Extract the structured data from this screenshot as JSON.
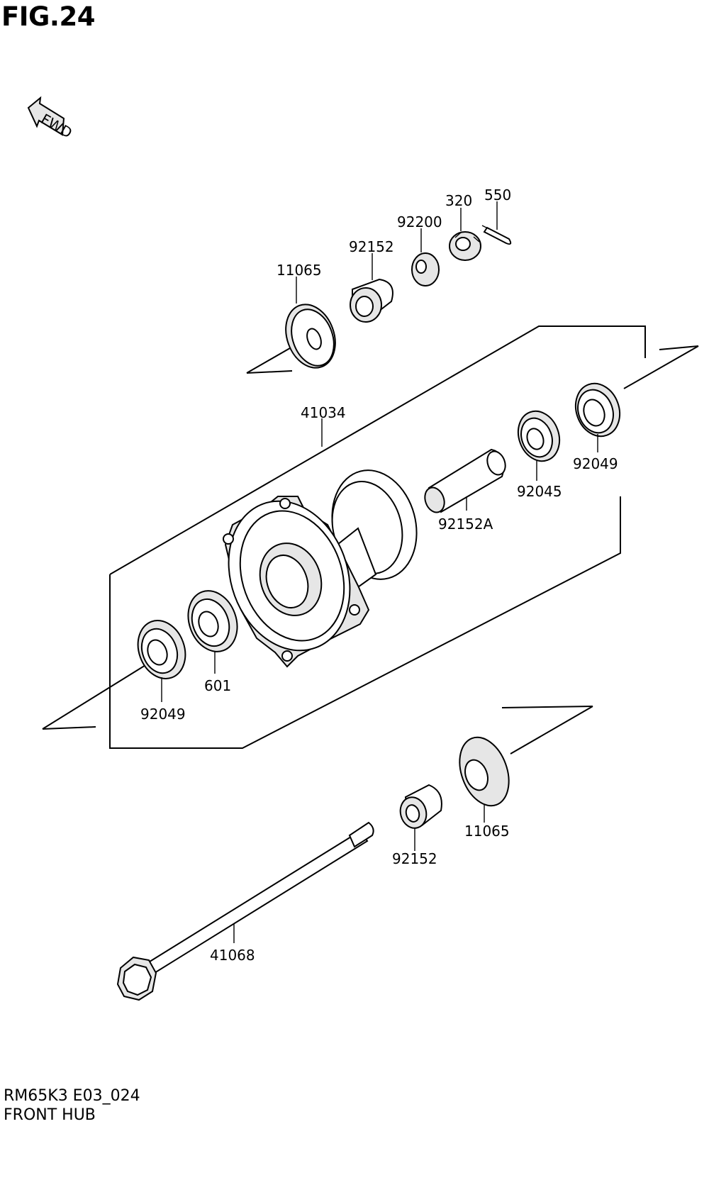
{
  "figure": {
    "title": "FIG.24",
    "fwd_label": "FWD",
    "footer_code": "RM65K3 E03_024",
    "footer_name": "FRONT HUB"
  },
  "labels": {
    "l550": "550",
    "l320": "320",
    "l92200": "92200",
    "l92152_top": "92152",
    "l11065_top": "11065",
    "l41034": "41034",
    "l92049_right": "92049",
    "l92045": "92045",
    "l92152A": "92152A",
    "l601": "601",
    "l92049_left": "92049",
    "l11065_bottom": "11065",
    "l92152_bottom": "92152",
    "l41068": "41068"
  }
}
